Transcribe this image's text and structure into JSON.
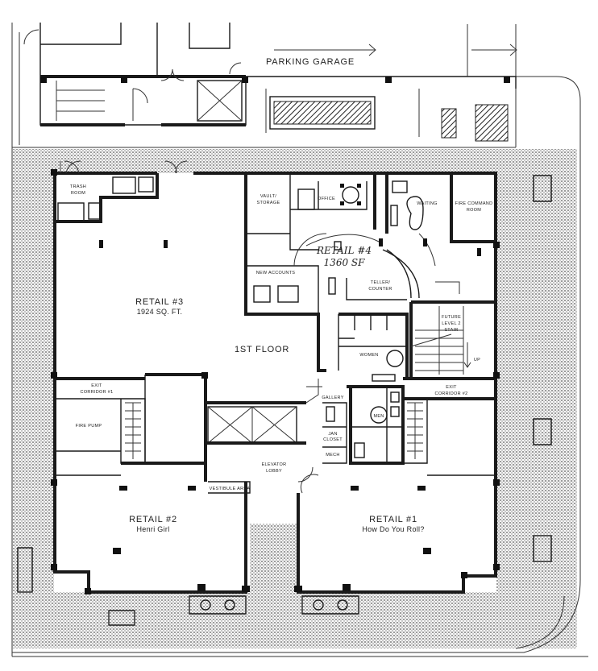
{
  "labels": {
    "parking_garage": "PARKING GARAGE",
    "retail3_name": "RETAIL #3",
    "retail3_area": "1924 SQ. FT.",
    "floor": "1ST FLOOR",
    "retail4_name": "RETAIL #4",
    "retail4_area": "1360 SF",
    "retail2_name": "RETAIL #2",
    "retail2_tenant": "Henri Girl",
    "retail1_name": "RETAIL #1",
    "retail1_tenant": "How Do You Roll?",
    "future_stair_1": "FUTURE",
    "future_stair_2": "LEVEL 2",
    "future_stair_3": "STAIR",
    "up": "UP",
    "women": "WOMEN",
    "men": "MEN",
    "gallery": "GALLERY",
    "elevator_lobby_1": "ELEVATOR",
    "elevator_lobby_2": "LOBBY",
    "exit_corridor_1": "EXIT CORRIDOR #1",
    "exit_corridor_2": "EXIT CORRIDOR #2",
    "exit_corridor_2a": "EXIT",
    "exit_corridor_2b": "CORRIDOR #2",
    "exit_corridor_1a": "EXIT",
    "exit_corridor_1b": "CORRIDOR #1",
    "fire_pump": "FIRE PUMP",
    "trash_room_1": "TRASH",
    "trash_room_2": "ROOM",
    "vault_1": "VAULT/",
    "vault_2": "STORAGE",
    "office": "OFFICE",
    "waiting": "WAITING",
    "fire_command_1": "FIRE COMMAND",
    "fire_command_2": "ROOM",
    "new_accounts": "NEW ACCOUNTS",
    "teller_1": "TELLER/",
    "teller_2": "COUNTER",
    "jan_closet_1": "JAN",
    "jan_closet_2": "CLOSET",
    "mech": "MECH",
    "vestibule": "VESTIBULE AREA"
  },
  "colors": {
    "ink": "#1a1a1a",
    "paper": "#ffffff",
    "stipple": "#555555"
  }
}
